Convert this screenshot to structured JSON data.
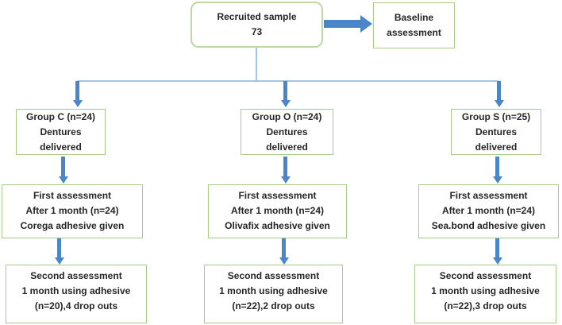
{
  "flowchart": {
    "top": {
      "recruited_box": {
        "line1": "Recruited sample",
        "line2": "73"
      },
      "baseline_box": {
        "line1": "Baseline",
        "line2": "assessment"
      }
    },
    "columns": [
      {
        "group_box": {
          "line1": "Group C (n=24)",
          "line2": "Dentures",
          "line3": "delivered"
        },
        "first_assessment_box": {
          "line1": "First assessment",
          "line2": "After 1 month (n=24)",
          "line3": "Corega adhesive given"
        },
        "second_assessment_box": {
          "line1": "Second assessment",
          "line2": "1 month using adhesive",
          "line3": "(n=20),4 drop outs"
        }
      },
      {
        "group_box": {
          "line1": "Group O (n=24)",
          "line2": "Dentures",
          "line3": "delivered"
        },
        "first_assessment_box": {
          "line1": "First assessment",
          "line2": "After 1 month (n=24)",
          "line3": "Olivafix adhesive given"
        },
        "second_assessment_box": {
          "line1": "Second assessment",
          "line2": "1 month using adhesive",
          "line3": "(n=22),2 drop outs"
        }
      },
      {
        "group_box": {
          "line1": "Group S (n=25)",
          "line2": "Dentures",
          "line3": "delivered"
        },
        "first_assessment_box": {
          "line1": "First assessment",
          "line2": "After 1 month (n=24)",
          "line3": "Sea.bond adhesive given"
        },
        "second_assessment_box": {
          "line1": "Second assessment",
          "line2": "1 month using adhesive",
          "line3": "(n=22),3 drop outs"
        }
      }
    ]
  },
  "colors": {
    "box_border_green": "#a6cc8a",
    "rounded_box_border_green": "#bcd9a4",
    "arrow_blue": "#4a86c8",
    "connector_line_blue": "#9fc5e8",
    "text": "#262626",
    "background": "#ffffff"
  }
}
